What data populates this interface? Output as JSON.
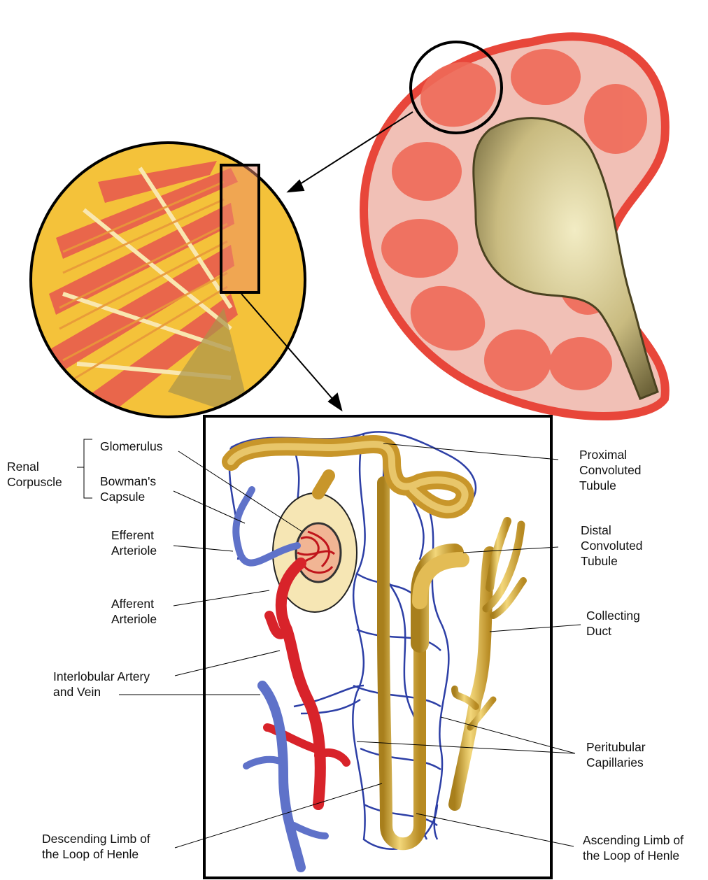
{
  "colors": {
    "cortex_red": "#e8463a",
    "kidney_pink": "#f2b7b0",
    "pelvis_olive": "#c7b67a",
    "tubule_gold": "#d9b54a",
    "capillary_blue": "#2d3fa6",
    "artery_red": "#d8232a",
    "vein_blue": "#5f72c9"
  },
  "labels": {
    "renal_corpuscle": [
      "Renal",
      "Corpuscle"
    ],
    "glomerulus": [
      "Glomerulus"
    ],
    "bowmans_capsule": [
      "Bowman's",
      "Capsule"
    ],
    "efferent_arteriole": [
      "Efferent",
      "Arteriole"
    ],
    "afferent_arteriole": [
      "Afferent",
      "Arteriole"
    ],
    "interlobular_artery_vein": [
      "Interlobular Artery",
      "and Vein"
    ],
    "descending_limb": [
      "Descending Limb of",
      "the Loop of Henle"
    ],
    "proximal_tubule": [
      "Proximal",
      "Convoluted",
      "Tubule"
    ],
    "distal_tubule": [
      "Distal",
      "Convoluted",
      "Tubule"
    ],
    "collecting_duct": [
      "Collecting",
      "Duct"
    ],
    "peritubular_capillaries": [
      "Peritubular",
      "Capillaries"
    ],
    "ascending_limb": [
      "Ascending Limb of",
      "the Loop of Henle"
    ]
  }
}
